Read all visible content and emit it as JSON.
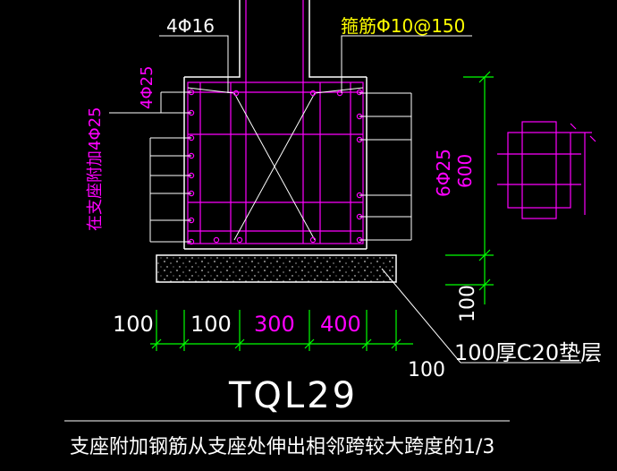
{
  "drawing": {
    "title": "TQL29",
    "note": "支座附加钢筋从支座处伸出相邻跨较大跨度的1/3",
    "labels": {
      "top_bars": "4Φ16",
      "stirrup": "箍筋Φ10@150",
      "side_bars": "4Φ25",
      "support_extra": "在支座附加4Φ25",
      "right_bars": "6Φ25",
      "height": "600",
      "pad_height": "100",
      "pad_note": "100厚C20垫层",
      "pad_extension": "100"
    },
    "dimensions": [
      "100",
      "100",
      "300",
      "400"
    ],
    "colors": {
      "background": "#000000",
      "line": "#ffffff",
      "rebar": "#ff00ff",
      "dimension": "#00ff00",
      "text_yellow": "#ffff00",
      "text_white": "#ffffff"
    }
  }
}
